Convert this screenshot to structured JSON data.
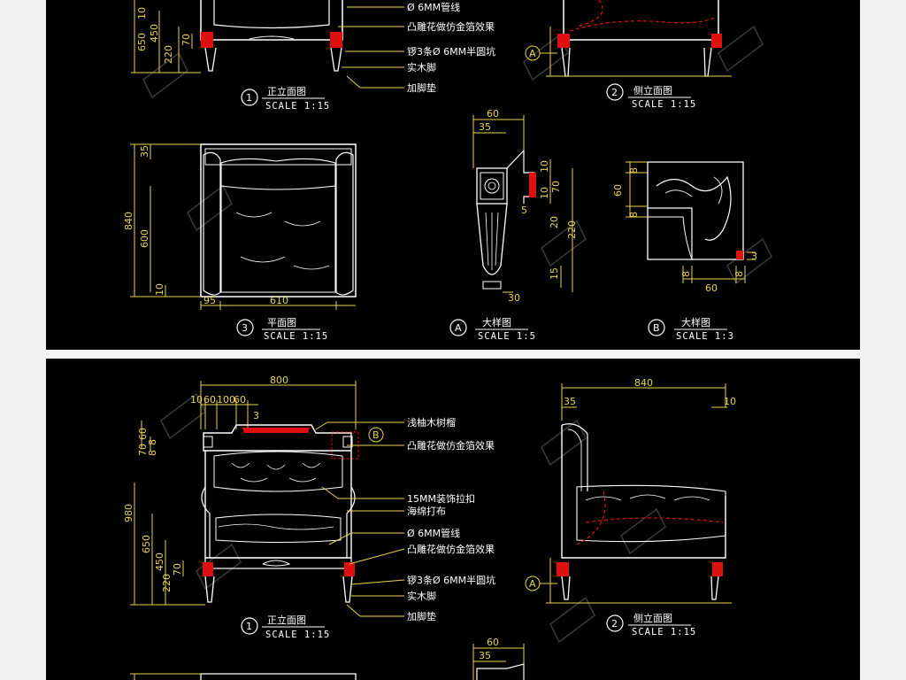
{
  "top": {
    "callouts": [
      "Ø 6MM管线",
      "凸雕花做仿金箔效果",
      "锣3条Ø 6MM半圆坑",
      "实木脚",
      "加脚垫"
    ],
    "front_dims": [
      "450",
      "70",
      "220",
      "650"
    ],
    "view1": {
      "num": "1",
      "name": "正立面图",
      "scale": "SCALE 1:15"
    },
    "view2": {
      "num": "2",
      "name": "侧立面图",
      "scale": "SCALE 1:15"
    },
    "marker_a": "A",
    "plan_dims": {
      "top": "35",
      "total": "840",
      "mid": "600",
      "bot": "10",
      "left": "95",
      "width": "610"
    },
    "view3": {
      "num": "3",
      "name": "平面图",
      "scale": "SCALE 1:15"
    },
    "detailA_dims": {
      "w60": "60",
      "w35": "35",
      "d10a": "10",
      "d70": "70",
      "d10b": "10",
      "d5": "5",
      "d20": "20",
      "d220": "220",
      "d15": "15",
      "d30": "30"
    },
    "detailA": {
      "num": "A",
      "name": "大样图",
      "scale": "SCALE 1:5"
    },
    "detailB_dims": {
      "d8a": "8",
      "d60": "60",
      "d8b": "8",
      "b8a": "8",
      "b8b": "8",
      "b60": "60",
      "r3": "3"
    },
    "detailB": {
      "num": "B",
      "name": "大样图",
      "scale": "SCALE 1:3"
    }
  },
  "bottom": {
    "front_top_dims": [
      "800",
      "10",
      "60",
      "100",
      "60",
      "3"
    ],
    "front_left_dims": [
      "60",
      "70",
      "8",
      "8",
      "980",
      "650",
      "450",
      "220",
      "70"
    ],
    "callouts": [
      "浅柚木树榴",
      "凸雕花做仿金箔效果",
      "15MM装饰拉扣",
      "海绵打布",
      "Ø 6MM管线",
      "凸雕花做仿金箔效果",
      "锣3条Ø 6MM半圆坑",
      "实木脚",
      "加脚垫"
    ],
    "marker_b": "B",
    "side_dims": {
      "total": "840",
      "d35": "35",
      "d10": "10"
    },
    "marker_a": "A",
    "view1": {
      "num": "1",
      "name": "正立面图",
      "scale": "SCALE 1:15"
    },
    "view2": {
      "num": "2",
      "name": "侧立面图",
      "scale": "SCALE 1:15"
    },
    "detail_dims": {
      "w60": "60",
      "w35": "35"
    }
  },
  "colors": {
    "background": "#000000",
    "line": "#ffffff",
    "dimension": "#e8d44d",
    "highlight": "#ff2020",
    "page": "#f2f2f2"
  }
}
